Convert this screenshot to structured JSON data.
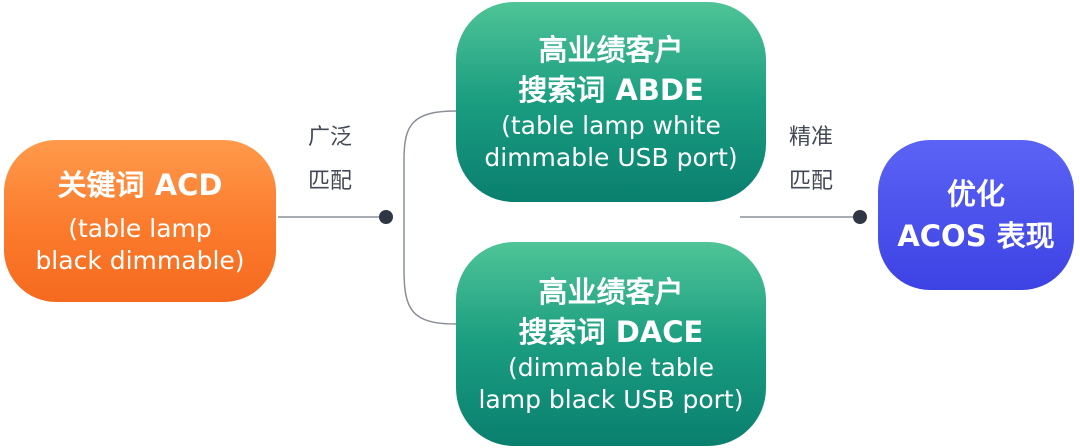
{
  "source": {
    "title": "关键词 ACD",
    "sub_line1": "(table lamp",
    "sub_line2": "black dimmable)"
  },
  "broad_match": {
    "line1": "广泛",
    "line2": "匹配"
  },
  "high_a": {
    "title_line1": "高业绩客户",
    "title_line2": "搜索词 ABDE",
    "sub_line1": "(table lamp white",
    "sub_line2": "dimmable USB port)"
  },
  "high_b": {
    "title_line1": "高业绩客户",
    "title_line2": "搜索词 DACE",
    "sub_line1": "(dimmable table",
    "sub_line2": "lamp black USB port)"
  },
  "exact_match": {
    "line1": "精准",
    "line2": "匹配"
  },
  "result": {
    "title_line1": "优化",
    "title_line2": "ACOS 表现"
  },
  "colors": {
    "source": "#fb7a2c",
    "high_performer": "#1a9d80",
    "result": "#4a50ee",
    "connector": "#8a8f98",
    "dot": "#2f3744"
  }
}
